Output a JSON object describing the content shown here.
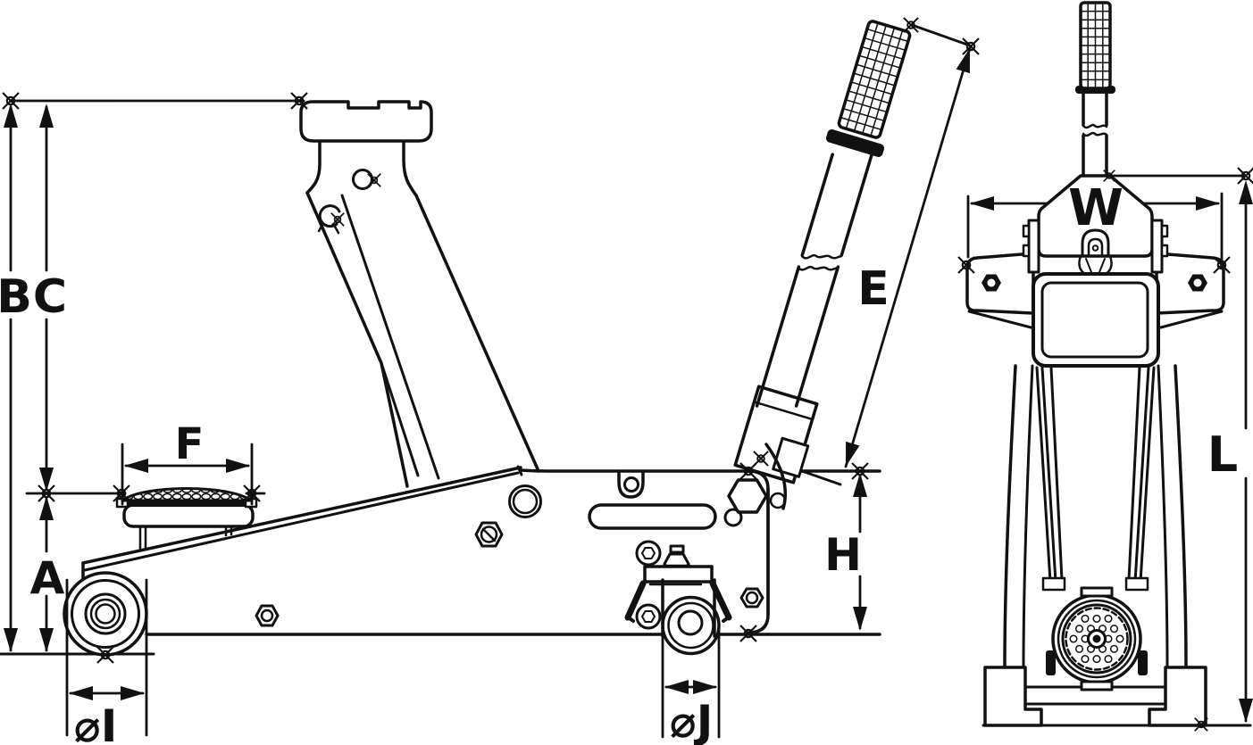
{
  "diagram": {
    "kind": "trolley-jack dimension drawing",
    "views": [
      "side",
      "front"
    ]
  },
  "labels": {
    "b": "B",
    "c": "C",
    "a": "A",
    "f": "F",
    "e": "E",
    "h": "H",
    "diameter_i": "⌀I",
    "diameter_j": "⌀J",
    "w": "W",
    "l": "L"
  },
  "colors": {
    "ink": "#111111",
    "paper": "#ffffff"
  }
}
